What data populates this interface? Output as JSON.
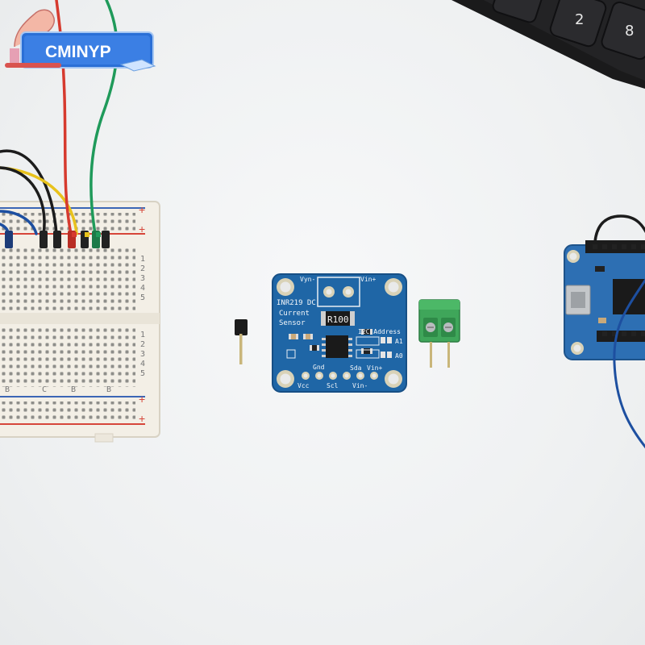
{
  "watermark": {
    "brand_text": "CMINYP"
  },
  "sensor_board": {
    "title_line1": "INR219 DC",
    "title_line2": "Current",
    "title_line3": "Sensor",
    "resistor_label": "R100",
    "label_vin_minus_top": "Vyn-",
    "label_vin_plus_top": "Vin+",
    "label_i2c_address": "I2C Address",
    "label_a1": "A1",
    "label_a0": "A0",
    "pin_gnd": "Gnd",
    "pin_sda": "Sda",
    "pin_vin_plus": "Vin+",
    "pin_vcc": "Vcc",
    "pin_scl": "Scl",
    "pin_vin_minus": "Vin-"
  },
  "keyboard": {
    "key_2": "2",
    "key_8": "8"
  },
  "breadboard": {
    "row_numbers": [
      "1",
      "2",
      "3",
      "4",
      "5"
    ],
    "rail_plus": "+",
    "col_letters": [
      "B",
      "C",
      "B",
      "B"
    ]
  },
  "colors": {
    "pcb_blue": "#1f66a6",
    "terminal_green": "#3fa65a",
    "wire_red": "#d63a2e",
    "wire_green": "#1f9a5a",
    "wire_yellow": "#e8c21c",
    "wire_black": "#1c1c1c",
    "wire_blue": "#1d4fa0"
  }
}
